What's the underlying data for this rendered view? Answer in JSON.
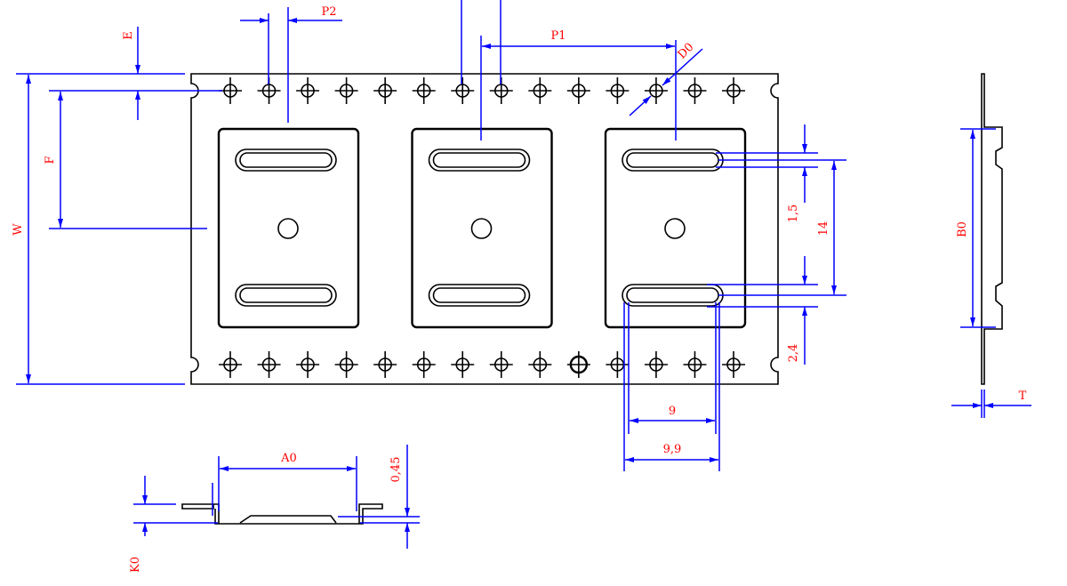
{
  "drawing": {
    "colors": {
      "outline": "#000000",
      "dimension": "#0000ff",
      "label": "#ff0000"
    },
    "labels": {
      "p2": "P2",
      "e": "E",
      "p1": "P1",
      "d0": "D0",
      "w": "W",
      "f": "F",
      "dim_1_5": "1,5",
      "dim_14": "14",
      "dim_2_4": "2,4",
      "dim_9": "9",
      "dim_9_9": "9,9",
      "a0": "A0",
      "dim_0_45": "0,45",
      "k0": "K0",
      "b0": "B0",
      "t": "T"
    },
    "sprocket_holes_per_row": 14,
    "pocket_count": 3
  }
}
